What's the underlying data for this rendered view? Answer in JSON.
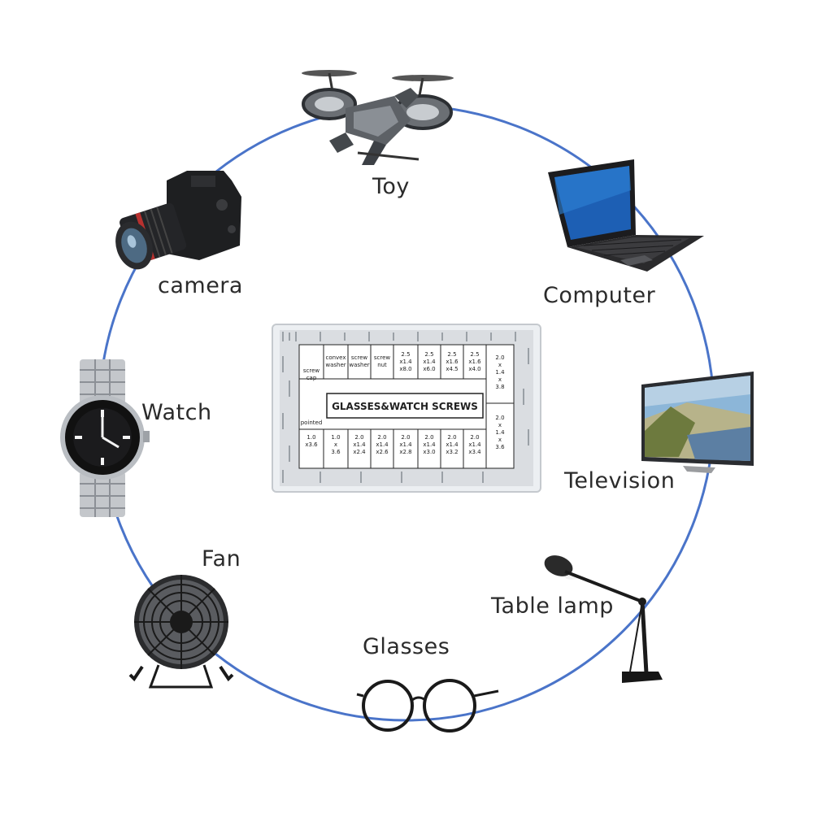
{
  "labels": {
    "toy": "Toy",
    "computer": "Computer",
    "television": "Television",
    "table_lamp": "Table lamp",
    "glasses": "Glasses",
    "fan": "Fan",
    "watch": "Watch",
    "camera": "camera"
  },
  "screw_box": {
    "title": "GLASSES&WATCH SCREWS",
    "screw_cap": [
      "screw",
      "cap"
    ],
    "convex_washer": [
      "convex",
      "washer"
    ],
    "screw_washer": [
      "screw",
      "washer"
    ],
    "screw_nut": [
      "screw",
      "nut"
    ],
    "size_1": [
      "2.5",
      "x1.4",
      "x8.0"
    ],
    "size_2": [
      "2.5",
      "x1.4",
      "x6.0"
    ],
    "size_3": [
      "2.5",
      "x1.6",
      "x4.5"
    ],
    "size_4": [
      "2.5",
      "x1.6",
      "x4.0"
    ],
    "right_top": [
      "2.0",
      "x",
      "1.4",
      "x",
      "3.8"
    ],
    "right_bottom": [
      "2.0",
      "x",
      "1.4",
      "x",
      "3.6"
    ],
    "pointed": "pointed",
    "bottom_1": [
      "1.0",
      "x3.6"
    ],
    "bottom_2": [
      "1.0",
      "x",
      "3.6"
    ],
    "bottom_3": [
      "2.0",
      "x1.4",
      "x2.4"
    ],
    "bottom_4": [
      "2.0",
      "x1.4",
      "x2.6"
    ],
    "bottom_5": [
      "2.0",
      "x1.4",
      "x2.8"
    ],
    "bottom_6": [
      "2.0",
      "x1.4",
      "x3.0"
    ],
    "bottom_7": [
      "2.0",
      "x1.4",
      "x3.2"
    ],
    "bottom_8": [
      "2.0",
      "x1.4",
      "x3.4"
    ]
  },
  "colors": {
    "circle": "#4a74c9",
    "label": "#2b2b2b"
  }
}
